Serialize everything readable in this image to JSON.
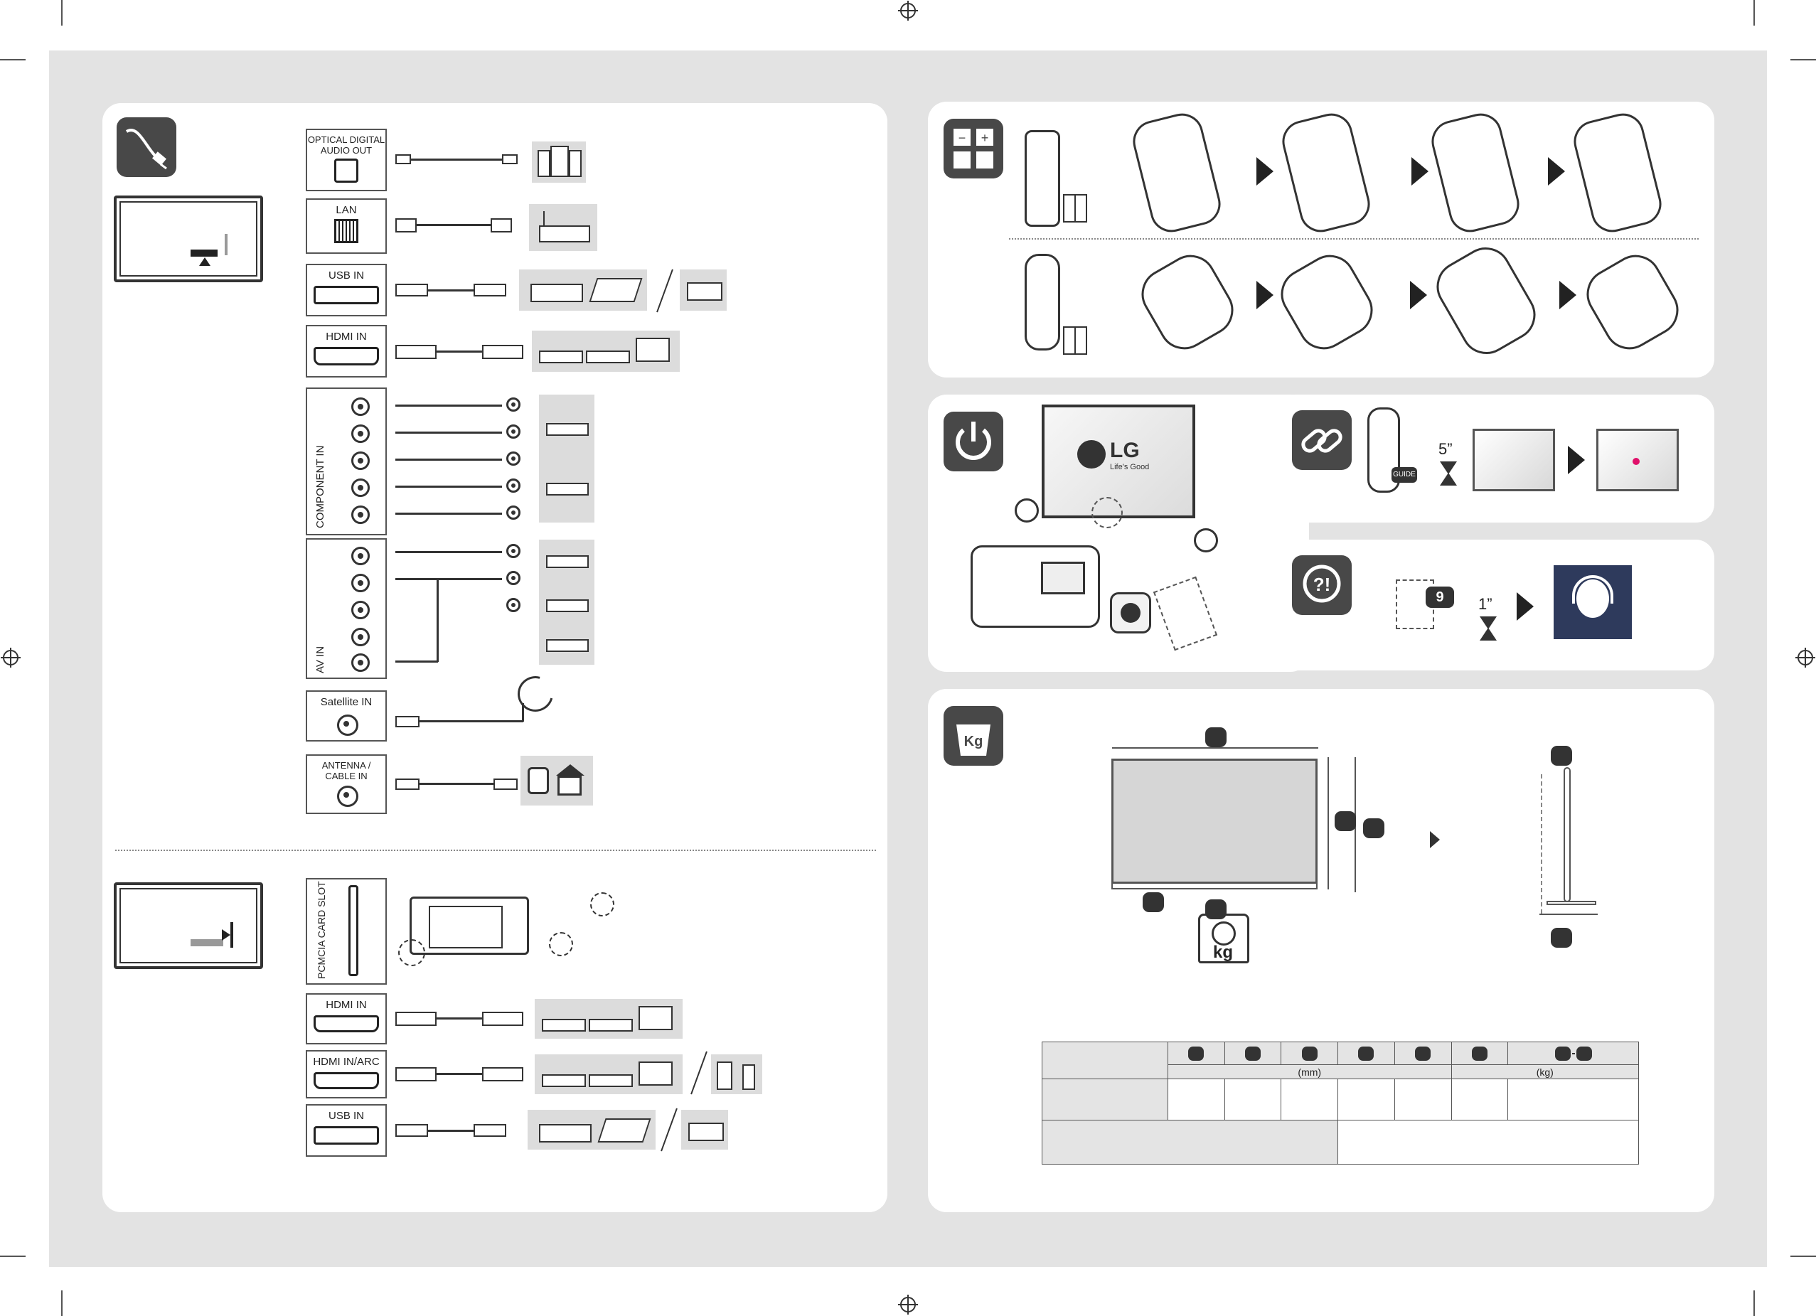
{
  "connections": {
    "ports_top": [
      {
        "id": "optical",
        "label": "OPTICAL DIGITAL\nAUDIO OUT"
      },
      {
        "id": "lan",
        "label": "LAN"
      },
      {
        "id": "usb1",
        "label": "USB IN"
      },
      {
        "id": "hdmi1",
        "label": "HDMI IN"
      }
    ],
    "component_label": "COMPONENT IN",
    "av_label": "AV IN",
    "satellite_label": "Satellite IN",
    "antenna_label": "ANTENNA /\nCABLE IN",
    "pcmcia_label": "PCMCIA CARD SLOT",
    "ports_bottom": [
      {
        "id": "hdmi2",
        "label": "HDMI IN"
      },
      {
        "id": "hdmi_arc",
        "label": "HDMI IN/ARC"
      },
      {
        "id": "usb2",
        "label": "USB IN"
      }
    ]
  },
  "tv_logo": {
    "brand": "LG",
    "tagline": "Life's Good"
  },
  "pairing": {
    "hold_time": "5”",
    "button_label": "GUIDE"
  },
  "help": {
    "hold_time": "1”",
    "key_number": "9"
  },
  "dimensions": {
    "scale_unit": "kg",
    "table": {
      "unit_mm": "(mm)",
      "unit_kg": "(kg)"
    }
  },
  "colors": {
    "badge": "#484848",
    "sheet": "#e3e3e3",
    "device_bg": "#dcdcdc",
    "help_bg": "#2e3a5c",
    "pairing_dot": "#e0106a"
  }
}
